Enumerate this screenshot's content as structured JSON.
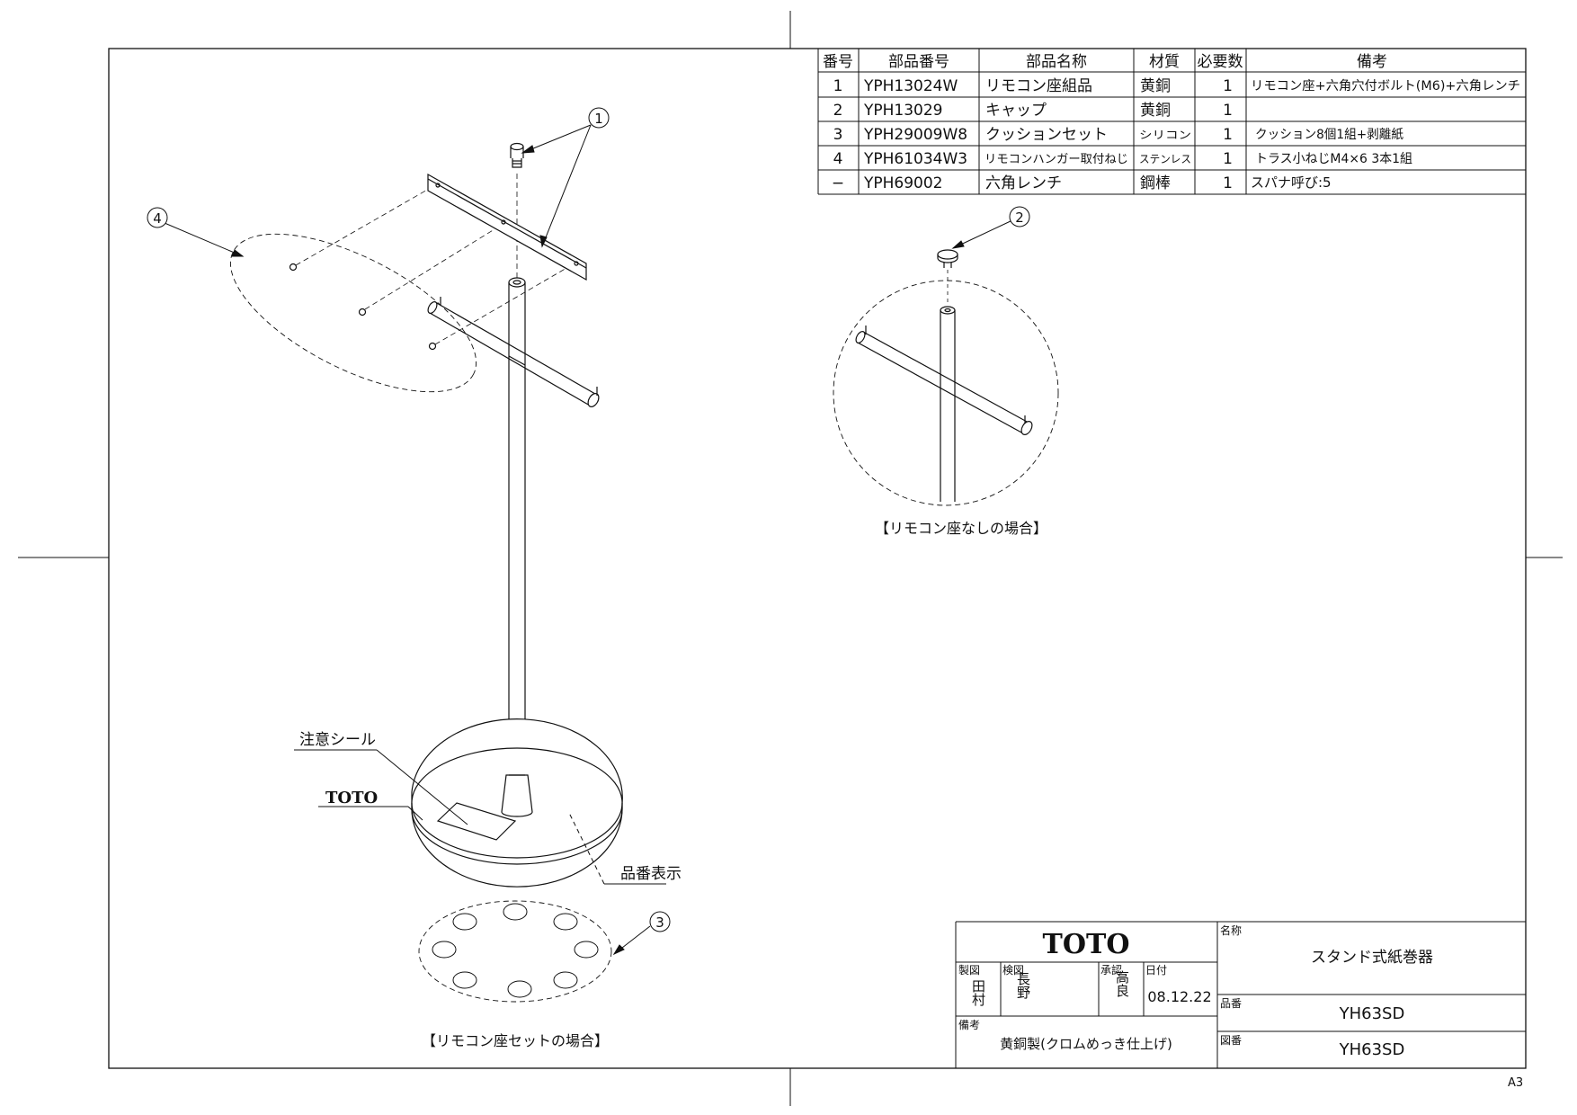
{
  "parts_table": {
    "headers": [
      "番号",
      "部品番号",
      "部品名称",
      "材質",
      "必要数",
      "備考"
    ],
    "rows": [
      [
        "1",
        "YPH13024W",
        "リモコン座組品",
        "黄銅",
        "1",
        "リモコン座+六角穴付ボルト(M6)+六角レンチ"
      ],
      [
        "2",
        "YPH13029",
        "キャップ",
        "黄銅",
        "1",
        ""
      ],
      [
        "3",
        "YPH29009W8",
        "クッションセット",
        "シリコン",
        "1",
        "クッション8個1組+剥離紙"
      ],
      [
        "4",
        "YPH61034W3",
        "リモコンハンガー取付ねじ",
        "ステンレス",
        "1",
        "トラス小ねじM4×6 3本1組"
      ],
      [
        "−",
        "YPH69002",
        "六角レンチ",
        "鋼棒",
        "1",
        "スパナ呼び:5"
      ]
    ]
  },
  "callouts": {
    "c1": "1",
    "c2": "2",
    "c3": "3",
    "c4": "4"
  },
  "labels": {
    "caution_seal": "注意シール",
    "brand_on_base": "TOTO",
    "part_number_display": "品番表示",
    "caption_with_remote": "【リモコン座セットの場合】",
    "caption_without_remote": "【リモコン座なしの場合】"
  },
  "title_block": {
    "logo": "TOTO",
    "name_label": "名称",
    "name_value": "スタンド式紙巻器",
    "drawn_label": "製図",
    "drawn_value": "田村",
    "checked_label": "検図",
    "checked_value": "長野",
    "approved_label": "承認",
    "approved_value": "高良",
    "date_label": "日付",
    "date_value": "08.12.22",
    "remarks_label": "備考",
    "remarks_value": "黄銅製(クロムめっき仕上げ)",
    "part_no_label": "品番",
    "part_no_value": "YH63SD",
    "drawing_no_label": "図番",
    "drawing_no_value": "YH63SD"
  },
  "sheet_size": "A3"
}
